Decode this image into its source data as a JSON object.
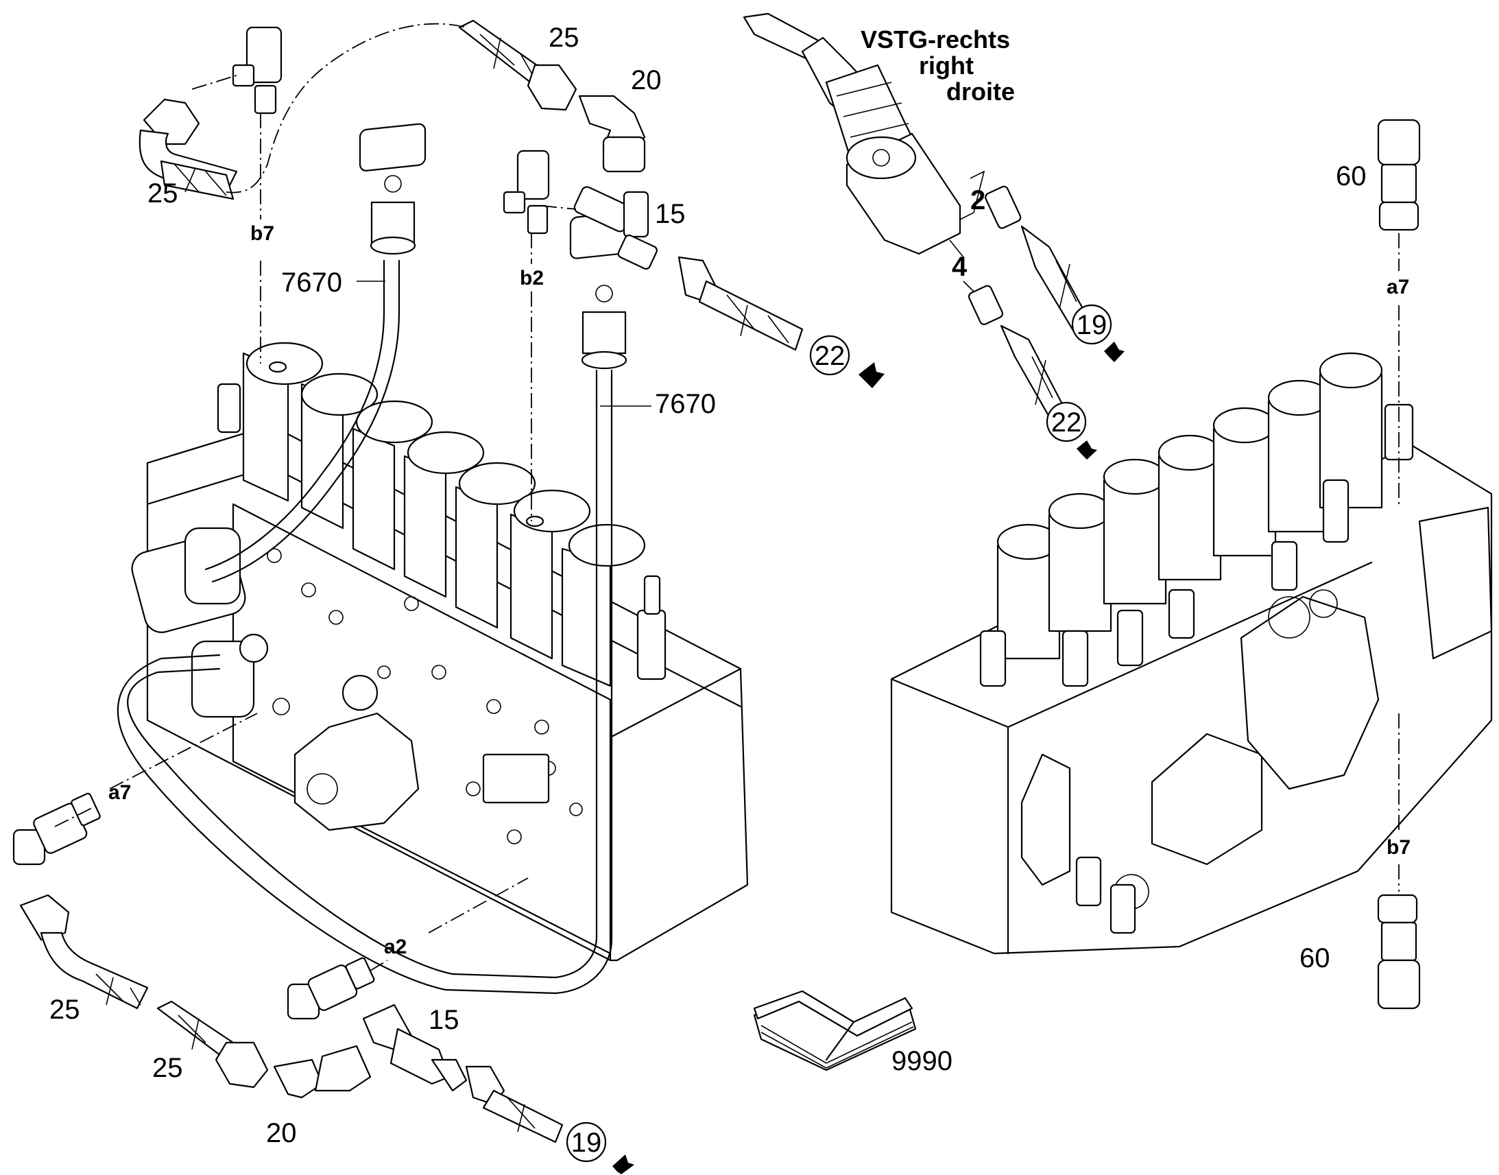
{
  "title": {
    "line1": "VSTG-rechts",
    "line2": "right",
    "line3": "droite"
  },
  "part_labels": {
    "hose_top_left": "25",
    "hose_top_middle": "25",
    "elbow_top": "20",
    "tee_top": "15",
    "pipe_left": "7670",
    "pipe_right": "7670",
    "circled_22_top": "22",
    "circled_19_right": "19",
    "circled_22_right": "22",
    "fitting_60_top": "60",
    "fitting_60_bottom": "60",
    "hose_bottom_left": "25",
    "hose_bottom_middle": "25",
    "elbow_bottom": "20",
    "tee_bottom": "15",
    "circled_19_bottom": "19",
    "manual": "9990",
    "port_2": "2",
    "port_4": "4"
  },
  "port_labels": {
    "b7_left": "b7",
    "b2": "b2",
    "a7_left": "a7",
    "a2": "a2",
    "a7_right": "a7",
    "b7_right": "b7"
  },
  "icons": {
    "book": "manual-book-icon",
    "arrow": "reference-arrow-icon"
  }
}
